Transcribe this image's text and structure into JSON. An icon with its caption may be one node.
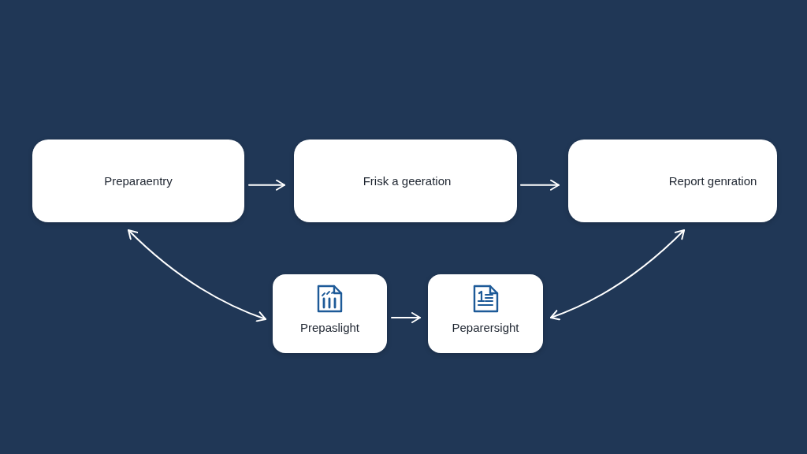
{
  "diagram": {
    "nodes": [
      {
        "text": [
          "Preparaentry"
        ]
      },
      {
        "text": [
          "Frisk a geeration"
        ]
      },
      {
        "text": [
          "Report genration"
        ]
      },
      {
        "text": [
          "Prepaslight"
        ]
      },
      {
        "text": [
          "Peparersight"
        ]
      }
    ],
    "edges": [
      {
        "from": 0,
        "to": 1,
        "arrow": "to"
      },
      {
        "from": 1,
        "to": 2,
        "arrow": "to"
      },
      {
        "from": 0,
        "to": 3,
        "arrow": "both"
      },
      {
        "from": 3,
        "to": 4,
        "arrow": "to"
      },
      {
        "from": 2,
        "to": 4,
        "arrow": "both"
      }
    ]
  }
}
